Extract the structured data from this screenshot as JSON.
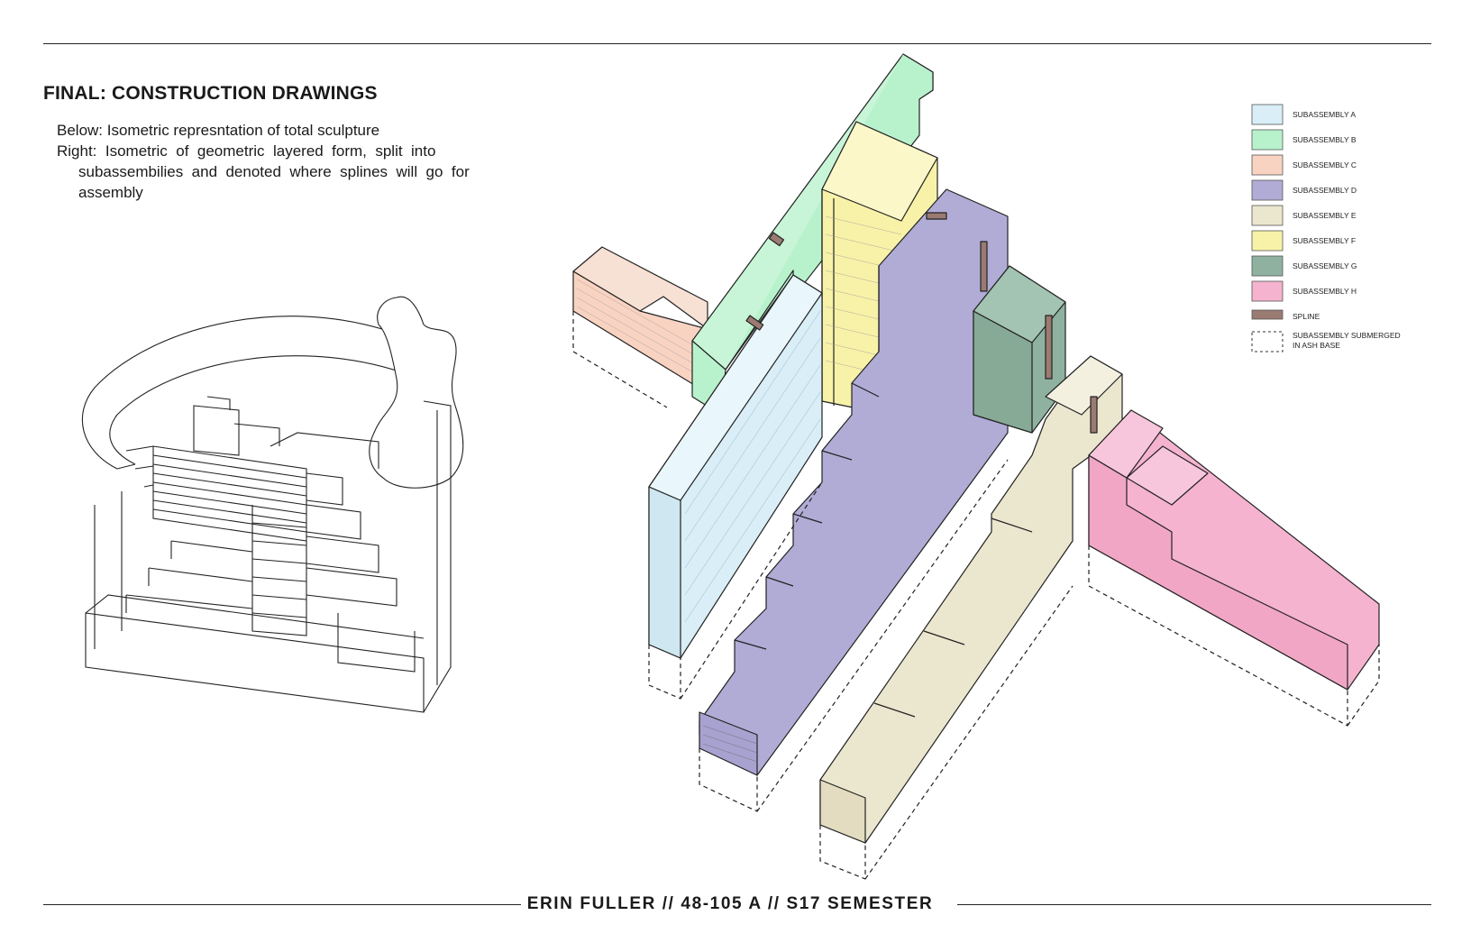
{
  "title": "FINAL: CONSTRUCTION DRAWINGS",
  "description": {
    "below": "Below: Isometric represntation of total sculpture",
    "right_line1": "Right:  Isometric  of  geometric  layered  form,  split  into",
    "right_line2": "subassembilies  and  denoted  where  splines  will  go  for",
    "right_line3": "assembly"
  },
  "legend": [
    {
      "label": "SUBASSEMBLY A",
      "color": "#d9eef6"
    },
    {
      "label": "SUBASSEMBLY B",
      "color": "#b8f2cc"
    },
    {
      "label": "SUBASSEMBLY C",
      "color": "#f9d3c2"
    },
    {
      "label": "SUBASSEMBLY D",
      "color": "#b0acd6"
    },
    {
      "label": "SUBASSEMBLY E",
      "color": "#ebe6ce"
    },
    {
      "label": "SUBASSEMBLY F",
      "color": "#f7f2a8"
    },
    {
      "label": "SUBASSEMBLY G",
      "color": "#8eb29f"
    },
    {
      "label": "SUBASSEMBLY H",
      "color": "#f5b3cf"
    },
    {
      "label": "SPLINE",
      "color": "#9a7b72"
    },
    {
      "label": "SUBASSEMBLY SUBMERGED",
      "label2": "IN ASH BASE",
      "color": "none"
    }
  ],
  "footer": "ERIN FULLER // 48-105 A // S17 SEMESTER"
}
